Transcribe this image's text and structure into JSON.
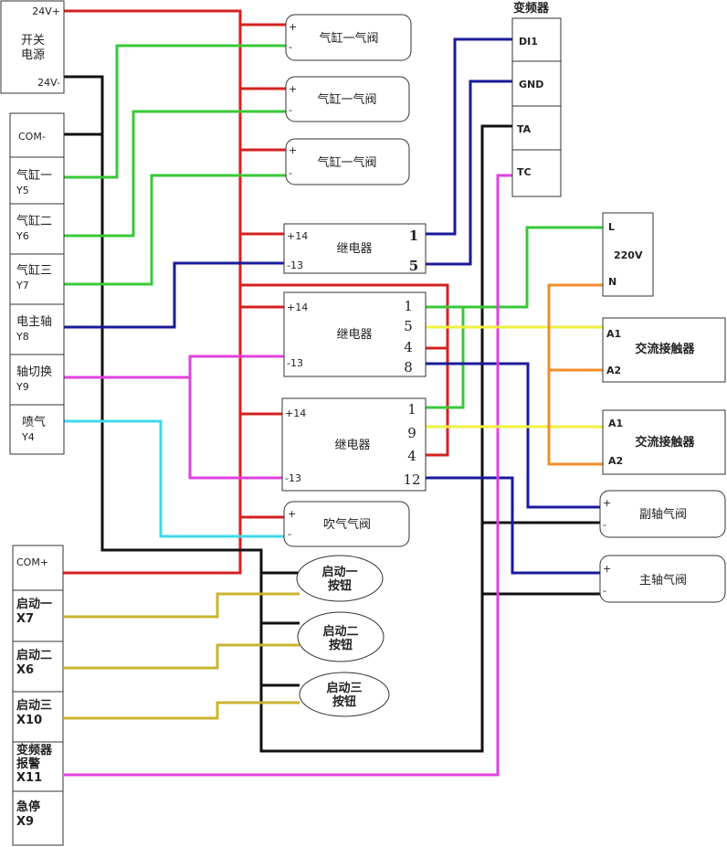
{
  "power_supply": {
    "v_plus": "24V+",
    "line1": "开关",
    "line2": "电源",
    "v_minus": "24V-"
  },
  "output_terminals": {
    "com": "COM-",
    "rows": [
      {
        "name": "气缸一",
        "code": "Y5"
      },
      {
        "name": "气缸二",
        "code": "Y6"
      },
      {
        "name": "气缸三",
        "code": "Y7"
      },
      {
        "name": "电主轴",
        "code": "Y8"
      },
      {
        "name": "轴切换",
        "code": "Y9"
      },
      {
        "name": "喷气",
        "code": "Y4"
      }
    ]
  },
  "input_terminals": {
    "com": "COM+",
    "rows": [
      {
        "name": "启动一",
        "code": "X7"
      },
      {
        "name": "启动二",
        "code": "X6"
      },
      {
        "name": "启动三",
        "code": "X10"
      },
      {
        "name1": "变频器",
        "name2": "报警",
        "code": "X11"
      },
      {
        "name": "急停",
        "code": "X9"
      }
    ]
  },
  "valves": {
    "cyl1": "气缸一气阀",
    "cyl2": "气缸一气阀",
    "cyl3": "气缸一气阀",
    "blow": "吹气气阀",
    "aux": "副轴气阀",
    "main": "主轴气阀",
    "plus": "+",
    "minus": "-"
  },
  "relay1": {
    "label": "继电器",
    "p14": "+14",
    "p13": "-13",
    "n1": "1",
    "n5": "5"
  },
  "relay2": {
    "label": "继电器",
    "p14": "+14",
    "p13": "-13",
    "n1": "1",
    "n5": "5",
    "n4": "4",
    "n8": "8"
  },
  "relay3": {
    "label": "继电器",
    "p14": "+14",
    "p13": "-13",
    "n1": "1",
    "n9": "9",
    "n4": "4",
    "n12": "12"
  },
  "inverter": {
    "title": "变频器",
    "di1": "DI1",
    "gnd": "GND",
    "ta": "TA",
    "tc": "TC"
  },
  "mains": {
    "l": "L",
    "v": "220V",
    "n": "N"
  },
  "contactor1": {
    "a1": "A1",
    "a2": "A2",
    "label": "交流接触器"
  },
  "contactor2": {
    "a1": "A1",
    "a2": "A2",
    "label": "交流接触器"
  },
  "buttons": [
    {
      "l1": "启动一",
      "l2": "按钮"
    },
    {
      "l1": "启动二",
      "l2": "按钮"
    },
    {
      "l1": "启动三",
      "l2": "按钮"
    }
  ],
  "colors": {
    "red": "#d42020",
    "black": "#111111",
    "green": "#38c838",
    "navy": "#1a1a9a",
    "magenta": "#e040e0",
    "cyan": "#40d8e8",
    "olive": "#c8b430",
    "yellow": "#f0f040",
    "orange": "#f08c28"
  }
}
